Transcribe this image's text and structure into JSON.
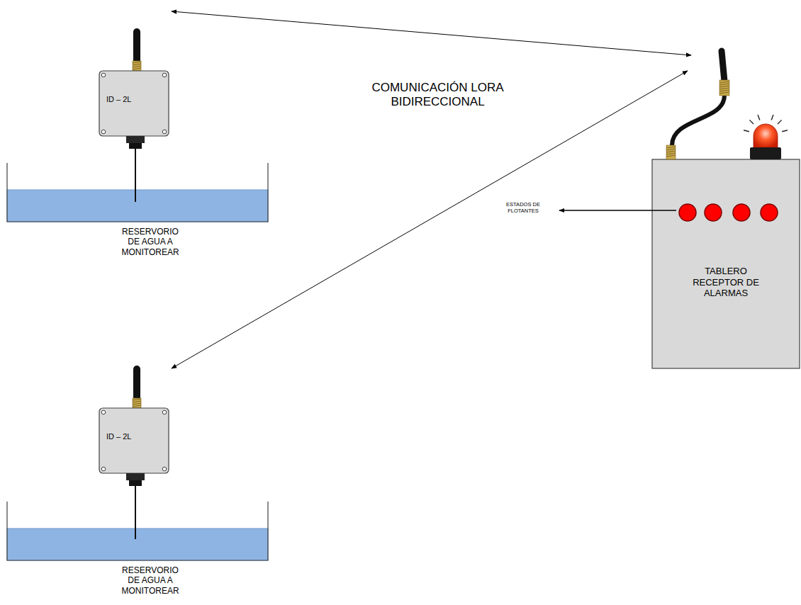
{
  "diagram": {
    "nodes": [
      {
        "text": [
          "ID – 2L"
        ]
      },
      {
        "text": [
          "RESERVORIO DE AGUA A MONITOREAR"
        ]
      },
      {
        "text": [
          "TABLERO RECEPTOR DE ALARMAS"
        ]
      },
      {
        "text": [
          "ID – 2L"
        ]
      },
      {
        "text": [
          "RESERVORIO DE AGUA A MONITOREAR"
        ]
      }
    ],
    "edges": [
      {
        "from": 0,
        "to": 2,
        "arrow": "both"
      },
      {
        "from": 3,
        "to": 2,
        "arrow": "both"
      }
    ],
    "labels": [
      "COMUNICACIÓN LORA BIDIRECCIONAL",
      "ESTADOS DE FLOTANTES"
    ]
  }
}
